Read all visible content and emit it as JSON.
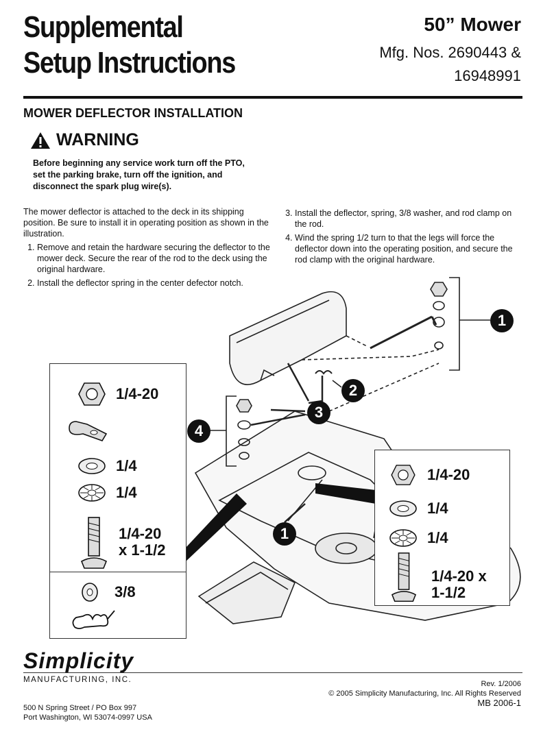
{
  "header": {
    "title_line1": "Supplemental",
    "title_line2": "Setup Instructions",
    "model": "50” Mower",
    "mfg_line1": "Mfg. Nos. 2690443 &",
    "mfg_line2": "16948991"
  },
  "section_title": "MOWER DEFLECTOR INSTALLATION",
  "warning": {
    "label": "WARNING",
    "text": "Before beginning any service work turn off the PTO, set the parking brake, turn off the ignition, and disconnect the spark plug wire(s)."
  },
  "intro": "The mower deflector is attached to the deck in its shipping position. Be sure to install it in operating position as shown in the illustration.",
  "steps": [
    "Remove and retain the hardware securing the deflector to the mower deck. Secure the rear of the rod to the deck using the original hardware.",
    "Install the deflector spring in the center defector notch.",
    "Install the deflector, spring, 3/8 washer, and rod clamp on the rod.",
    "Wind the spring 1/2 turn to that the legs will force the deflector down into the operating position, and secure the rod clamp with the original hardware."
  ],
  "left_box": {
    "nut": "1/4-20",
    "washer": "1/4",
    "lockwasher": "1/4",
    "bolt_line1": "1/4-20",
    "bolt_line2": "x 1-1/2",
    "spring_washer": "3/8"
  },
  "right_box": {
    "nut": "1/4-20",
    "washer": "1/4",
    "lockwasher": "1/4",
    "bolt_line1": "1/4-20 x",
    "bolt_line2": "1-1/2"
  },
  "callouts": [
    "1",
    "2",
    "3",
    "4",
    "1"
  ],
  "footer": {
    "logo": "Simplicity",
    "company": "MANUFACTURING, INC.",
    "address_line1": "500 N Spring Street / PO Box 997",
    "address_line2": "Port Washington, WI 53074-0997 USA",
    "rev": "Rev. 1/2006",
    "copyright": "© 2005 Simplicity Manufacturing, Inc. All Rights Reserved",
    "doc_no": "MB 2006-1"
  }
}
